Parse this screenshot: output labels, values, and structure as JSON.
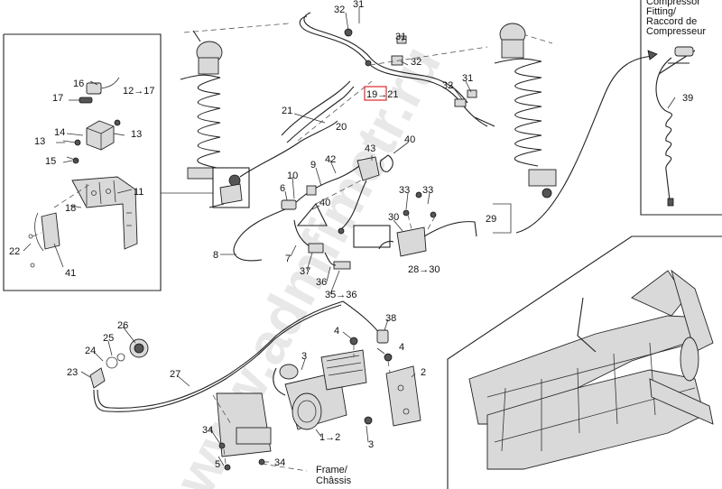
{
  "diagram": {
    "highlight_color": "#e0282d",
    "callouts": [
      {
        "id": "c31a",
        "text": "31"
      },
      {
        "id": "c32a",
        "text": "32"
      },
      {
        "id": "c31b",
        "text": "31"
      },
      {
        "id": "c32b",
        "text": "32"
      },
      {
        "id": "c31c",
        "text": "31"
      },
      {
        "id": "c32c",
        "text": "32"
      },
      {
        "id": "c1921",
        "text": "19→21"
      },
      {
        "id": "c21",
        "text": "21"
      },
      {
        "id": "c20",
        "text": "20"
      },
      {
        "id": "c16",
        "text": "16"
      },
      {
        "id": "c1217",
        "text": "12→17"
      },
      {
        "id": "c17",
        "text": "17"
      },
      {
        "id": "c14",
        "text": "14"
      },
      {
        "id": "c13a",
        "text": "13"
      },
      {
        "id": "c13b",
        "text": "13"
      },
      {
        "id": "c15",
        "text": "15"
      },
      {
        "id": "c11",
        "text": "11"
      },
      {
        "id": "c18",
        "text": "18"
      },
      {
        "id": "c22",
        "text": "22"
      },
      {
        "id": "c41",
        "text": "41"
      },
      {
        "id": "c43",
        "text": "43"
      },
      {
        "id": "c40a",
        "text": "40"
      },
      {
        "id": "c9",
        "text": "9"
      },
      {
        "id": "c42",
        "text": "42"
      },
      {
        "id": "c10",
        "text": "10"
      },
      {
        "id": "c6",
        "text": "6"
      },
      {
        "id": "c40b",
        "text": "40"
      },
      {
        "id": "c33a",
        "text": "33"
      },
      {
        "id": "c33b",
        "text": "33"
      },
      {
        "id": "c30",
        "text": "30"
      },
      {
        "id": "c29",
        "text": "29"
      },
      {
        "id": "c2830",
        "text": "28→30"
      },
      {
        "id": "c8",
        "text": "8"
      },
      {
        "id": "c7",
        "text": "7"
      },
      {
        "id": "c37",
        "text": "37"
      },
      {
        "id": "c36",
        "text": "36"
      },
      {
        "id": "c3536",
        "text": "35→36"
      },
      {
        "id": "c39",
        "text": "39"
      },
      {
        "id": "c38",
        "text": "38"
      },
      {
        "id": "c26",
        "text": "26"
      },
      {
        "id": "c25",
        "text": "25"
      },
      {
        "id": "c24",
        "text": "24"
      },
      {
        "id": "c23",
        "text": "23"
      },
      {
        "id": "c27",
        "text": "27"
      },
      {
        "id": "c4a",
        "text": "4"
      },
      {
        "id": "c3a",
        "text": "3"
      },
      {
        "id": "c4b",
        "text": "4"
      },
      {
        "id": "c2",
        "text": "2"
      },
      {
        "id": "c12",
        "text": "1→2"
      },
      {
        "id": "c3b",
        "text": "3"
      },
      {
        "id": "c34a",
        "text": "34"
      },
      {
        "id": "c5",
        "text": "5"
      },
      {
        "id": "c34b",
        "text": "34"
      }
    ],
    "compressor_label": [
      "Compressor",
      "Fitting/",
      "Raccord de",
      "Compresseur"
    ],
    "frame_label": [
      "Frame/",
      "Châssis"
    ],
    "watermark": "www.admfimetr.ru"
  }
}
